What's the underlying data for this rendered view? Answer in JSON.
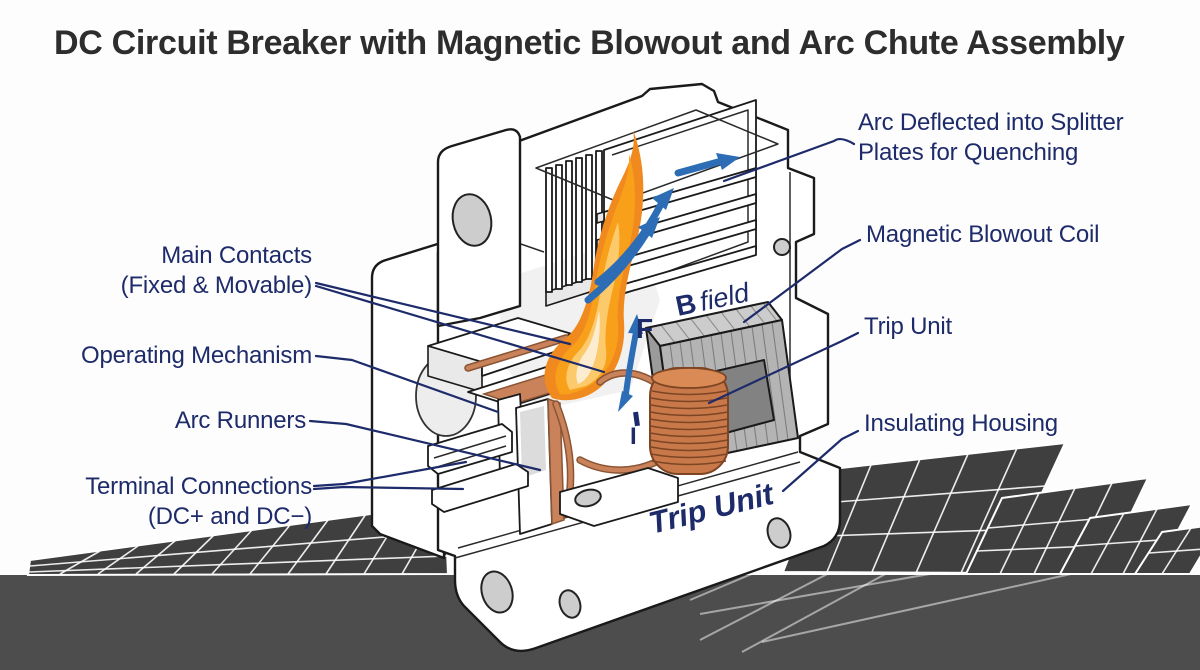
{
  "title": "DC Circuit Breaker with Magnetic Blowout and Arc Chute Assembly",
  "callouts": {
    "main_contacts": {
      "line1": "Main Contacts",
      "line2": "(Fixed & Movable)"
    },
    "operating_mechanism": {
      "line1": "Operating Mechanism"
    },
    "arc_runners": {
      "line1": "Arc Runners"
    },
    "terminal_connections": {
      "line1": "Terminal Connections",
      "line2": "(DC+ and DC−)"
    },
    "arc_deflected": {
      "line1": "Arc Deflected into Splitter",
      "line2": "Plates for Quenching"
    },
    "magnetic_blowout_coil": {
      "line1": "Magnetic Blowout Coil"
    },
    "trip_unit": {
      "line1": "Trip Unit"
    },
    "insulating_housing": {
      "line1": "Insulating Housing"
    }
  },
  "diagram_text": {
    "b_bold": "B",
    "b_rest": "field",
    "force": "F",
    "current": "I",
    "base_label": "Trip Unit"
  },
  "colors": {
    "label-navy": "#1e2b6a",
    "arrow-blue": "#2c6db5",
    "title-ink": "#2d2d2d",
    "outline-ink": "#1a1a1a",
    "flame-orange": "#f08a1e",
    "flame-mid": "#f9a01b",
    "flame-light": "#fcc96b",
    "copper": "#c9825a",
    "copper-dark": "#8a5535",
    "core-gray": "#b4b4b4",
    "ground-gray": "#4d4d4d",
    "panel-gray": "#3f3f3f",
    "housing-white": "#ffffff",
    "background": "#fdfdfd"
  }
}
